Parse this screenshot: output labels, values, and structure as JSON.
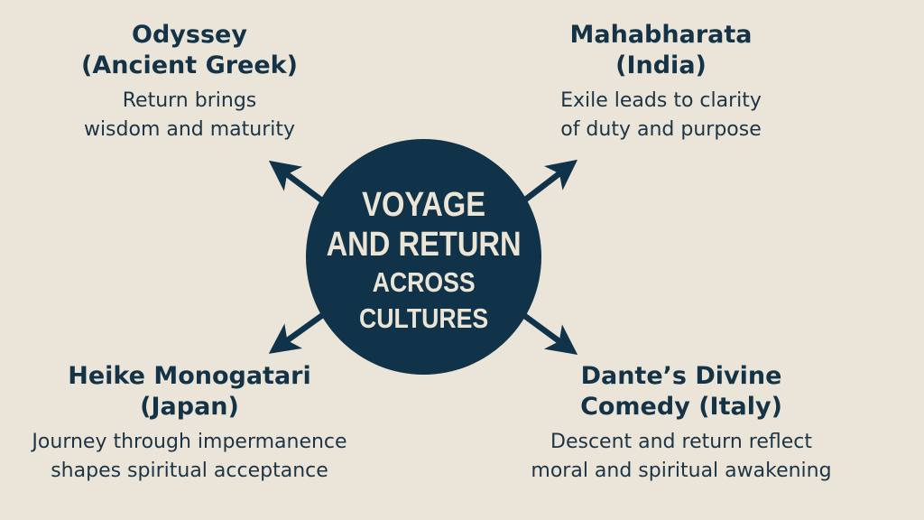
{
  "diagram": {
    "type": "hub-and-spoke",
    "colors": {
      "background": "#ebe5d9",
      "hub_fill": "#10334a",
      "hub_text": "#ece5d6",
      "text": "#143347",
      "arrow": "#10334a"
    },
    "hub": {
      "line1": "VOYAGE",
      "line2": "AND RETURN",
      "line3": "ACROSS",
      "line4": "CULTURES"
    },
    "nodes": [
      {
        "position": "top-left",
        "title_line1": "Odyssey",
        "title_line2": "(Ancient Greek)",
        "desc_line1": "Return brings",
        "desc_line2": "wisdom and maturity"
      },
      {
        "position": "top-right",
        "title_line1": "Mahabharata",
        "title_line2": "(India)",
        "desc_line1": "Exile leads to clarity",
        "desc_line2": "of duty and purpose"
      },
      {
        "position": "bottom-left",
        "title_line1": "Heike Monogatari",
        "title_line2": "(Japan)",
        "desc_line1": "Journey through impermanence",
        "desc_line2": "shapes spiritual acceptance"
      },
      {
        "position": "bottom-right",
        "title_line1": "Dante’s Divine",
        "title_line2": "Comedy (Italy)",
        "desc_line1": "Descent and return reflect",
        "desc_line2": "moral and spiritual awakening"
      }
    ],
    "arrows": [
      {
        "from": "hub",
        "to": "top-left",
        "icon": "arrow-up-left"
      },
      {
        "from": "hub",
        "to": "top-right",
        "icon": "arrow-up-right"
      },
      {
        "from": "hub",
        "to": "bottom-left",
        "icon": "arrow-down-left"
      },
      {
        "from": "hub",
        "to": "bottom-right",
        "icon": "arrow-down-right"
      }
    ]
  }
}
